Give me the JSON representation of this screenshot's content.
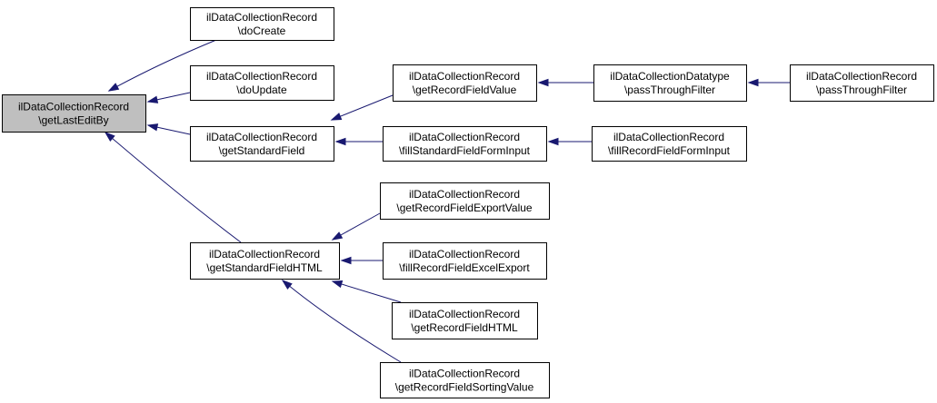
{
  "diagram": {
    "colors": {
      "edge": "#191970",
      "node_border": "#000000",
      "node_fill": "#ffffff",
      "root_fill": "#bfbfbf",
      "text": "#000000"
    },
    "nodes": [
      {
        "id": "getLastEditBy",
        "line1": "ilDataCollectionRecord",
        "line2": "\\getLastEditBy",
        "root": true
      },
      {
        "id": "doCreate",
        "line1": "ilDataCollectionRecord",
        "line2": "\\doCreate"
      },
      {
        "id": "doUpdate",
        "line1": "ilDataCollectionRecord",
        "line2": "\\doUpdate"
      },
      {
        "id": "getStandardField",
        "line1": "ilDataCollectionRecord",
        "line2": "\\getStandardField"
      },
      {
        "id": "getStandardFieldHTML",
        "line1": "ilDataCollectionRecord",
        "line2": "\\getStandardFieldHTML"
      },
      {
        "id": "getRecordFieldValue",
        "line1": "ilDataCollectionRecord",
        "line2": "\\getRecordFieldValue"
      },
      {
        "id": "fillStandardFieldFormInput",
        "line1": "ilDataCollectionRecord",
        "line2": "\\fillStandardFieldFormInput"
      },
      {
        "id": "getRecordFieldExportValue",
        "line1": "ilDataCollectionRecord",
        "line2": "\\getRecordFieldExportValue"
      },
      {
        "id": "fillRecordFieldExcelExport",
        "line1": "ilDataCollectionRecord",
        "line2": "\\fillRecordFieldExcelExport"
      },
      {
        "id": "getRecordFieldHTML",
        "line1": "ilDataCollectionRecord",
        "line2": "\\getRecordFieldHTML"
      },
      {
        "id": "getRecordFieldSortingValue",
        "line1": "ilDataCollectionRecord",
        "line2": "\\getRecordFieldSortingValue"
      },
      {
        "id": "datatypePassThroughFilter",
        "line1": "ilDataCollectionDatatype",
        "line2": "\\passThroughFilter"
      },
      {
        "id": "fillRecordFieldFormInput",
        "line1": "ilDataCollectionRecord",
        "line2": "\\fillRecordFieldFormInput"
      },
      {
        "id": "recordPassThroughFilter",
        "line1": "ilDataCollectionRecord",
        "line2": "\\passThroughFilter"
      }
    ],
    "edges": [
      {
        "from": "doCreate",
        "to": "getLastEditBy"
      },
      {
        "from": "doUpdate",
        "to": "getLastEditBy"
      },
      {
        "from": "getStandardField",
        "to": "getLastEditBy"
      },
      {
        "from": "getStandardFieldHTML",
        "to": "getLastEditBy"
      },
      {
        "from": "getRecordFieldValue",
        "to": "getStandardField"
      },
      {
        "from": "fillStandardFieldFormInput",
        "to": "getStandardField"
      },
      {
        "from": "datatypePassThroughFilter",
        "to": "getRecordFieldValue"
      },
      {
        "from": "recordPassThroughFilter",
        "to": "datatypePassThroughFilter"
      },
      {
        "from": "fillRecordFieldFormInput",
        "to": "fillStandardFieldFormInput"
      },
      {
        "from": "getRecordFieldExportValue",
        "to": "getStandardFieldHTML"
      },
      {
        "from": "fillRecordFieldExcelExport",
        "to": "getStandardFieldHTML"
      },
      {
        "from": "getRecordFieldHTML",
        "to": "getStandardFieldHTML"
      },
      {
        "from": "getRecordFieldSortingValue",
        "to": "getStandardFieldHTML"
      }
    ]
  }
}
